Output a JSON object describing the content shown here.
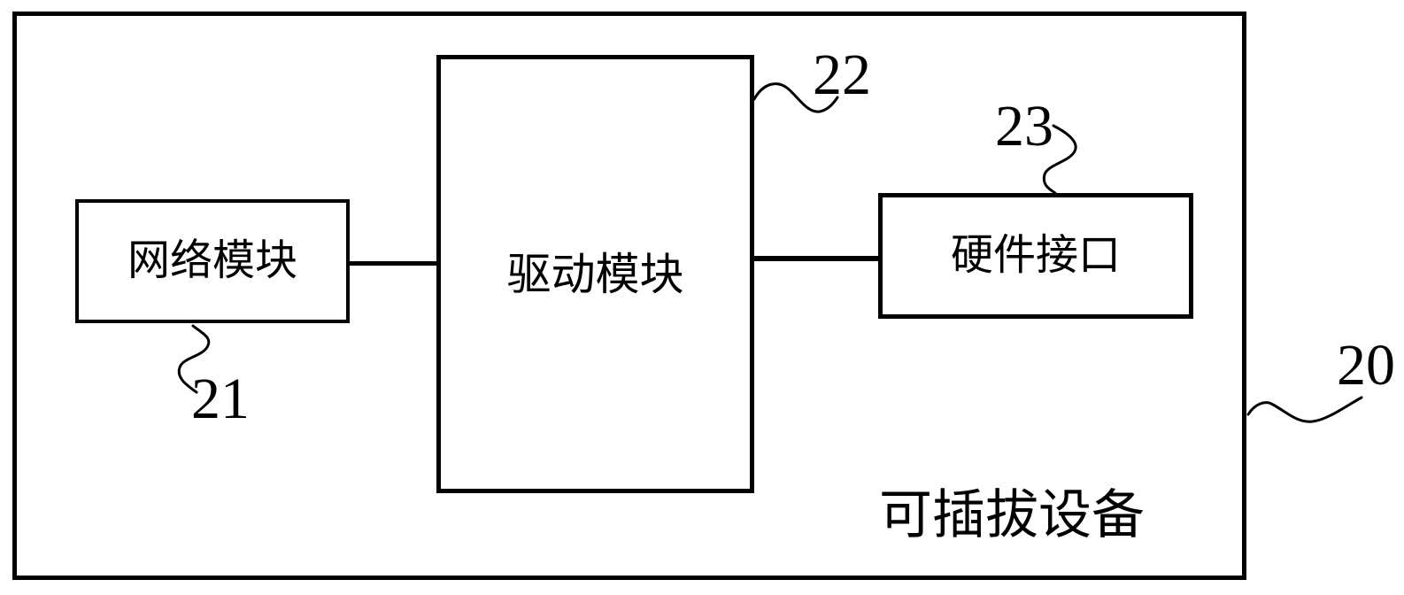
{
  "figure": {
    "background_color": "#ffffff",
    "line_color": "#000000",
    "outer_device": {
      "label": "可插拔设备",
      "ref": "20"
    },
    "blocks": [
      {
        "id": "network-module",
        "label": "网络模块",
        "ref": "21"
      },
      {
        "id": "driver-module",
        "label": "驱动模块",
        "ref": "22"
      },
      {
        "id": "hardware-interface",
        "label": "硬件接口",
        "ref": "23"
      }
    ]
  }
}
